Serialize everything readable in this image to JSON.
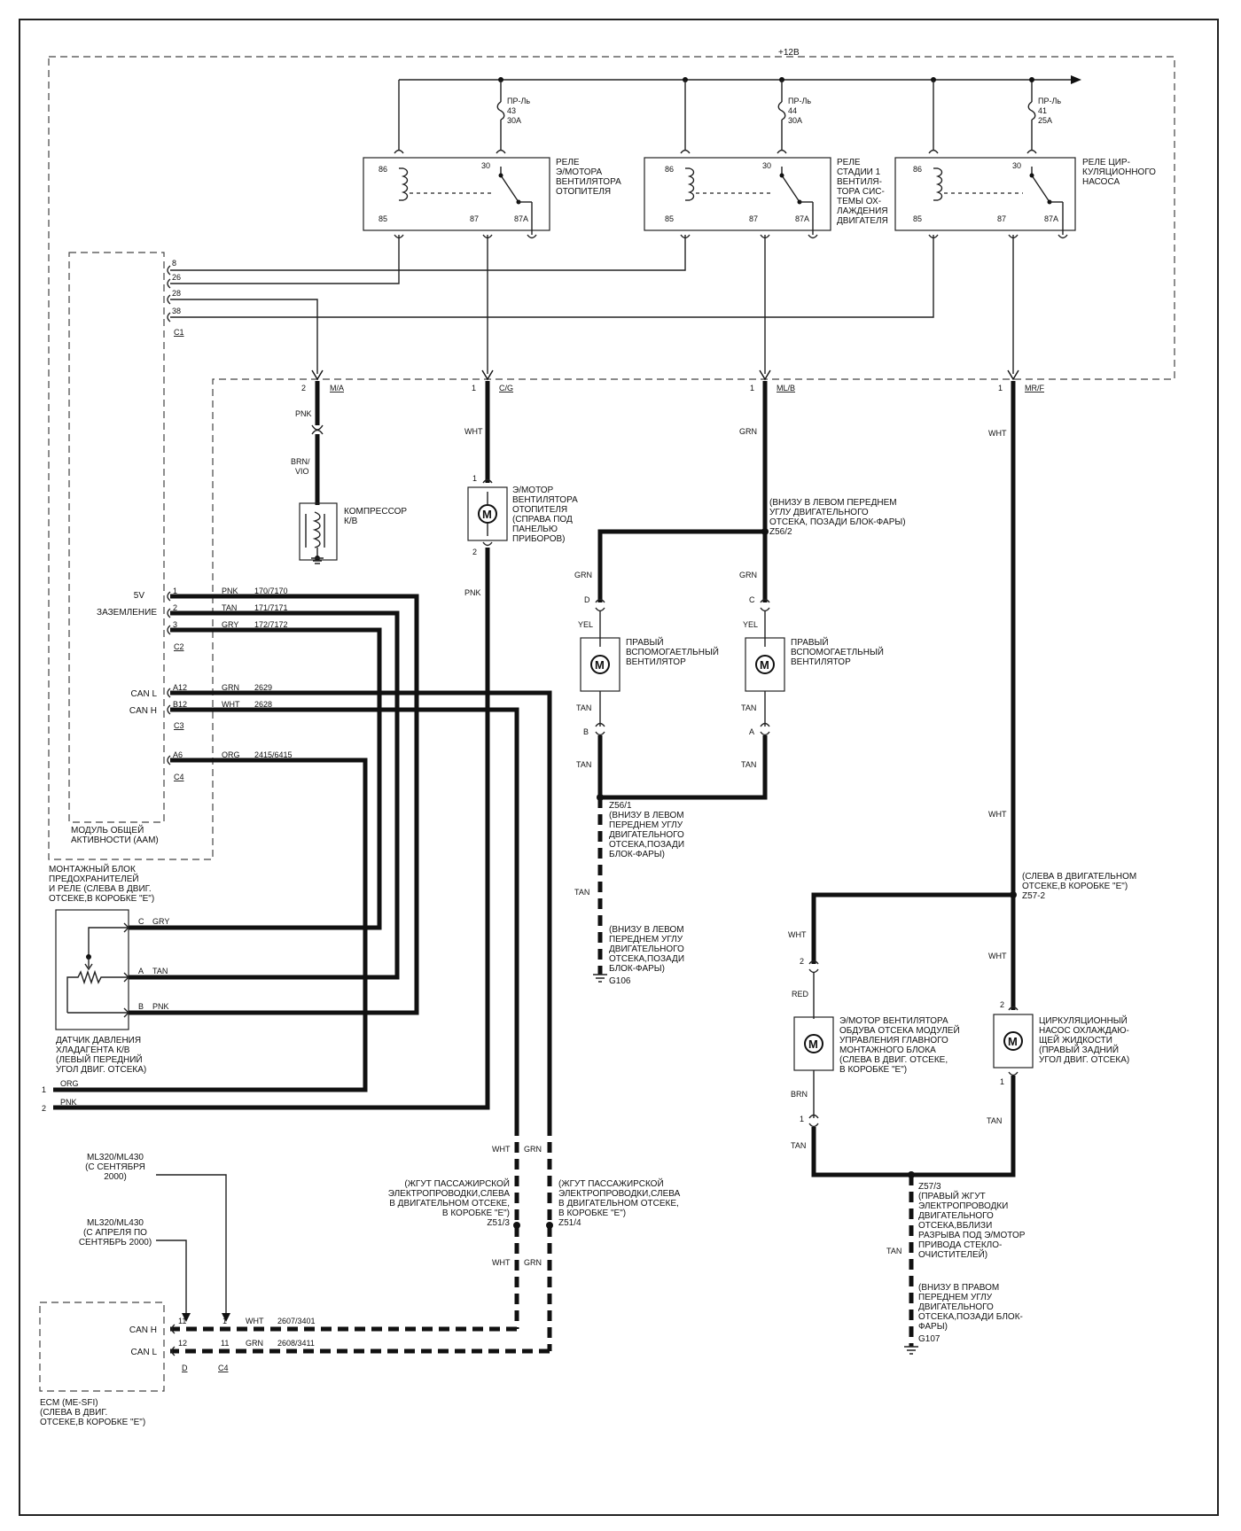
{
  "supply": "+12В",
  "relays": [
    {
      "title": [
        "РЕЛЕ",
        "Э/МОТОРА",
        "ВЕНТИЛЯТОРА",
        "ОТОПИТЕЛЯ"
      ],
      "fuse": [
        "ПР-Ль",
        "43",
        "30A"
      ],
      "pins": [
        "86",
        "30",
        "85",
        "87",
        "87A"
      ]
    },
    {
      "title": [
        "РЕЛЕ",
        "СТАДИИ 1",
        "ВЕНТИЛЯ-",
        "ТОРА СИС-",
        "ТЕМЫ ОХ-",
        "ЛАЖДЕНИЯ",
        "ДВИГАТЕЛЯ"
      ],
      "fuse": [
        "ПР-Ль",
        "44",
        "30A"
      ],
      "pins": [
        "86",
        "30",
        "85",
        "87",
        "87A"
      ]
    },
    {
      "title": [
        "РЕЛЕ ЦИР-",
        "КУЛЯЦИОННОГО",
        "НАСОСА"
      ],
      "fuse": [
        "ПР-Ль",
        "41",
        "25A"
      ],
      "pins": [
        "86",
        "30",
        "85",
        "87",
        "87A"
      ]
    }
  ],
  "aam": {
    "c1_pins": [
      "8",
      "26",
      "28",
      "38"
    ],
    "c1_label": "C1",
    "caption": [
      "МОДУЛЬ ОБЩЕЙ",
      "АКТИВНОСТИ (ААМ)"
    ],
    "signals": [
      {
        "name": "5V",
        "pin": "1",
        "color": "PNK",
        "circuit": "170/7170"
      },
      {
        "name": "ЗАЗЕМЛЕНИЕ",
        "pin": "2",
        "color": "TAN",
        "circuit": "171/7171"
      },
      {
        "name": "",
        "pin": "3",
        "color": "GRY",
        "circuit": "172/7172"
      },
      {
        "name": "CAN L",
        "pin": "A12",
        "color": "GRN",
        "circuit": "2629"
      },
      {
        "name": "CAN H",
        "pin": "B12",
        "color": "WHT",
        "circuit": "2628"
      },
      {
        "name": "",
        "pin": "A6",
        "color": "ORG",
        "circuit": "2415/6415"
      }
    ],
    "connectors": [
      "C2",
      "C3",
      "C4"
    ]
  },
  "fuse_block": [
    "МОНТАЖНЫЙ БЛОК",
    "ПРЕДОХРАНИТЕЛЕЙ",
    "И  РЕЛЕ (СЛЕВА В ДВИГ.",
    "ОТСЕКЕ,В КОРОБКЕ \"Е\")"
  ],
  "connectors": [
    {
      "pin": "2",
      "name": "M/A"
    },
    {
      "pin": "1",
      "name": "C/G"
    },
    {
      "pin": "1",
      "name": "ML/B"
    },
    {
      "pin": "1",
      "name": "MR/F"
    }
  ],
  "compressor": {
    "wire1": "PNK",
    "wire2": [
      "BRN/",
      "VIO"
    ],
    "label": [
      "КОМПРЕССОР",
      "К/В"
    ]
  },
  "heater_motor": {
    "label": [
      "Э/МОТОР",
      "ВЕНТИЛЯТОРА",
      "ОТОПИТЕЛЯ",
      "(СПРАВА ПОД",
      "ПАНЕЛЬЮ",
      "ПРИБОРОВ)"
    ],
    "wire_in": "WHT",
    "wire_out": "PNK",
    "pin_in": "1",
    "pin_out": "2"
  },
  "splice_z56_2": {
    "label": [
      "(ВНИЗУ В ЛЕВОМ ПЕРЕДНЕМ",
      "УГЛУ ДВИГАТЕЛЬНОГО",
      "ОТСЕКА, ПОЗАДИ БЛОК-ФАРЫ)"
    ],
    "id": "Z56/2",
    "wire": "GRN"
  },
  "aux_fans": [
    {
      "label": [
        "ПРАВЫЙ",
        "ВСПОМОГАЕТЛЬНЫЙ",
        "ВЕНТИЛЯТОР"
      ],
      "in_color": "GRN",
      "in_pin": "D",
      "in_color2": "YEL",
      "out_color": "TAN",
      "out_pin": "B",
      "out_color2": "TAN"
    },
    {
      "label": [
        "ПРАВЫЙ",
        "ВСПОМОГАЕТЛЬНЫЙ",
        "ВЕНТИЛЯТОР"
      ],
      "in_color": "GRN",
      "in_pin": "C",
      "in_color2": "YEL",
      "out_color": "TAN",
      "out_pin": "A",
      "out_color2": "TAN"
    }
  ],
  "splice_z56_1": {
    "id": "Z56/1",
    "label": [
      "(ВНИЗУ В ЛЕВОМ",
      "ПЕРЕДНЕМ УГЛУ",
      "ДВИГАТЕЛЬНОГО",
      "ОТСЕКА,ПОЗАДИ",
      "БЛОК-ФАРЫ)"
    ],
    "wire": "TAN"
  },
  "ground_g106": {
    "label": [
      "(ВНИЗУ В ЛЕВОМ",
      "ПЕРЕДНЕМ УГЛУ",
      "ДВИГАТЕЛЬНОГО",
      "ОТСЕКА,ПОЗАДИ",
      "БЛОК-ФАРЫ)"
    ],
    "id": "G106"
  },
  "pressure_sensor": {
    "pins": [
      {
        "pin": "C",
        "color": "GRY"
      },
      {
        "pin": "A",
        "color": "TAN"
      },
      {
        "pin": "B",
        "color": "PNK"
      }
    ],
    "label": [
      "ДАТЧИК ДАВЛЕНИЯ",
      "ХЛАДАГЕНТА К/В",
      "(ЛЕВЫЙ ПЕРЕДНИЙ",
      "УГОЛ ДВИГ. ОТСЕКА)"
    ]
  },
  "external": [
    {
      "num": "1",
      "color": "ORG"
    },
    {
      "num": "2",
      "color": "PNK"
    }
  ],
  "z51": [
    {
      "id": "Z51/3",
      "label": [
        "(ЖГУТ ПАССАЖИРСКОЙ",
        "ЭЛЕКТРОПРОВОДКИ,СЛЕВА",
        "В ДВИГАТЕЛЬНОМ ОТСЕКЕ,",
        "В КОРОБКЕ \"Е\")"
      ],
      "color": "WHT"
    },
    {
      "id": "Z51/4",
      "label": [
        "(ЖГУТ ПАССАЖИРСКОЙ",
        "ЭЛЕКТРОПРОВОДКИ,СЛЕВА",
        "В ДВИГАТЕЛЬНОМ ОТСЕКЕ,",
        "В КОРОБКЕ \"Е\")"
      ],
      "color": "GRN"
    }
  ],
  "model_notes": [
    [
      "ML320/ML430",
      "(С СЕНТЯБРЯ",
      "2000)"
    ],
    [
      "ML320/ML430",
      "(С АПРЕЛЯ ПО",
      "СЕНТЯБРЬ 2000)"
    ]
  ],
  "ecm": {
    "label": [
      "ECM (ME-SFI)",
      "(СЛЕВА В ДВИГ.",
      "ОТСЕКЕ,В КОРОБКЕ \"Е\")"
    ],
    "rows": [
      {
        "name": "CAN H",
        "pin_a": "11",
        "pin_b": "1",
        "color": "WHT",
        "circuit": "2607/3401"
      },
      {
        "name": "CAN L",
        "pin_a": "12",
        "pin_b": "11",
        "color": "GRN",
        "circuit": "2608/3411"
      }
    ],
    "connectors": [
      "D",
      "C4"
    ]
  },
  "splice_z57_2": {
    "label": [
      "(СЛЕВА В ДВИГАТЕЛЬНОМ",
      "ОТСЕКЕ,В КОРОБКЕ \"Е\")"
    ],
    "id": "Z57-2",
    "wire_top": "WHT",
    "wire_right": "WHT"
  },
  "module_fan": {
    "label": [
      "Э/МОТОР ВЕНТИЛЯТОРА",
      "ОБДУВА ОТСЕКА МОДУЛЕЙ",
      "УПРАВЛЕНИЯ ГЛАВНОГО",
      "МОНТАЖНОГО БЛОКА",
      "(СЛЕВА В ДВИГ. ОТСЕКЕ,",
      "В КОРОБКЕ \"Е\")"
    ],
    "in_color": "WHT",
    "in_pin": "2",
    "in_color2": "RED",
    "out_color": "BRN",
    "out_pin": "1",
    "out_color2": "TAN"
  },
  "pump": {
    "label": [
      "ЦИРКУЛЯЦИОННЫЙ",
      "НАСОС ОХЛАЖДАЮ-",
      "ЩЕЙ ЖИДКОСТИ",
      "(ПРАВЫЙ ЗАДНИЙ",
      "УГОЛ ДВИГ. ОТСЕКА)"
    ],
    "in_pin": "2",
    "out_pin": "1",
    "out_color": "TAN"
  },
  "splice_z57_3": {
    "id": "Z57/3",
    "label": [
      "(ПРАВЫЙ ЖГУТ",
      "ЭЛЕКТРОПРОВОДКИ",
      "ДВИГАТЕЛЬНОГО",
      "ОТСЕКА,ВБЛИЗИ",
      "РАЗРЫВА ПОД Э/МОТОР",
      "ПРИВОДА СТЕКЛО-",
      "ОЧИСТИТЕЛЕЙ)"
    ],
    "wire": "TAN"
  },
  "ground_g107": {
    "label": [
      "(ВНИЗУ В ПРАВОМ",
      "ПЕРЕДНЕМ УГЛУ",
      "ДВИГАТЕЛЬНОГО",
      "ОТСЕКА,ПОЗАДИ  БЛОК-",
      "ФАРЫ)"
    ],
    "id": "G107"
  },
  "motor_symbol": "M"
}
